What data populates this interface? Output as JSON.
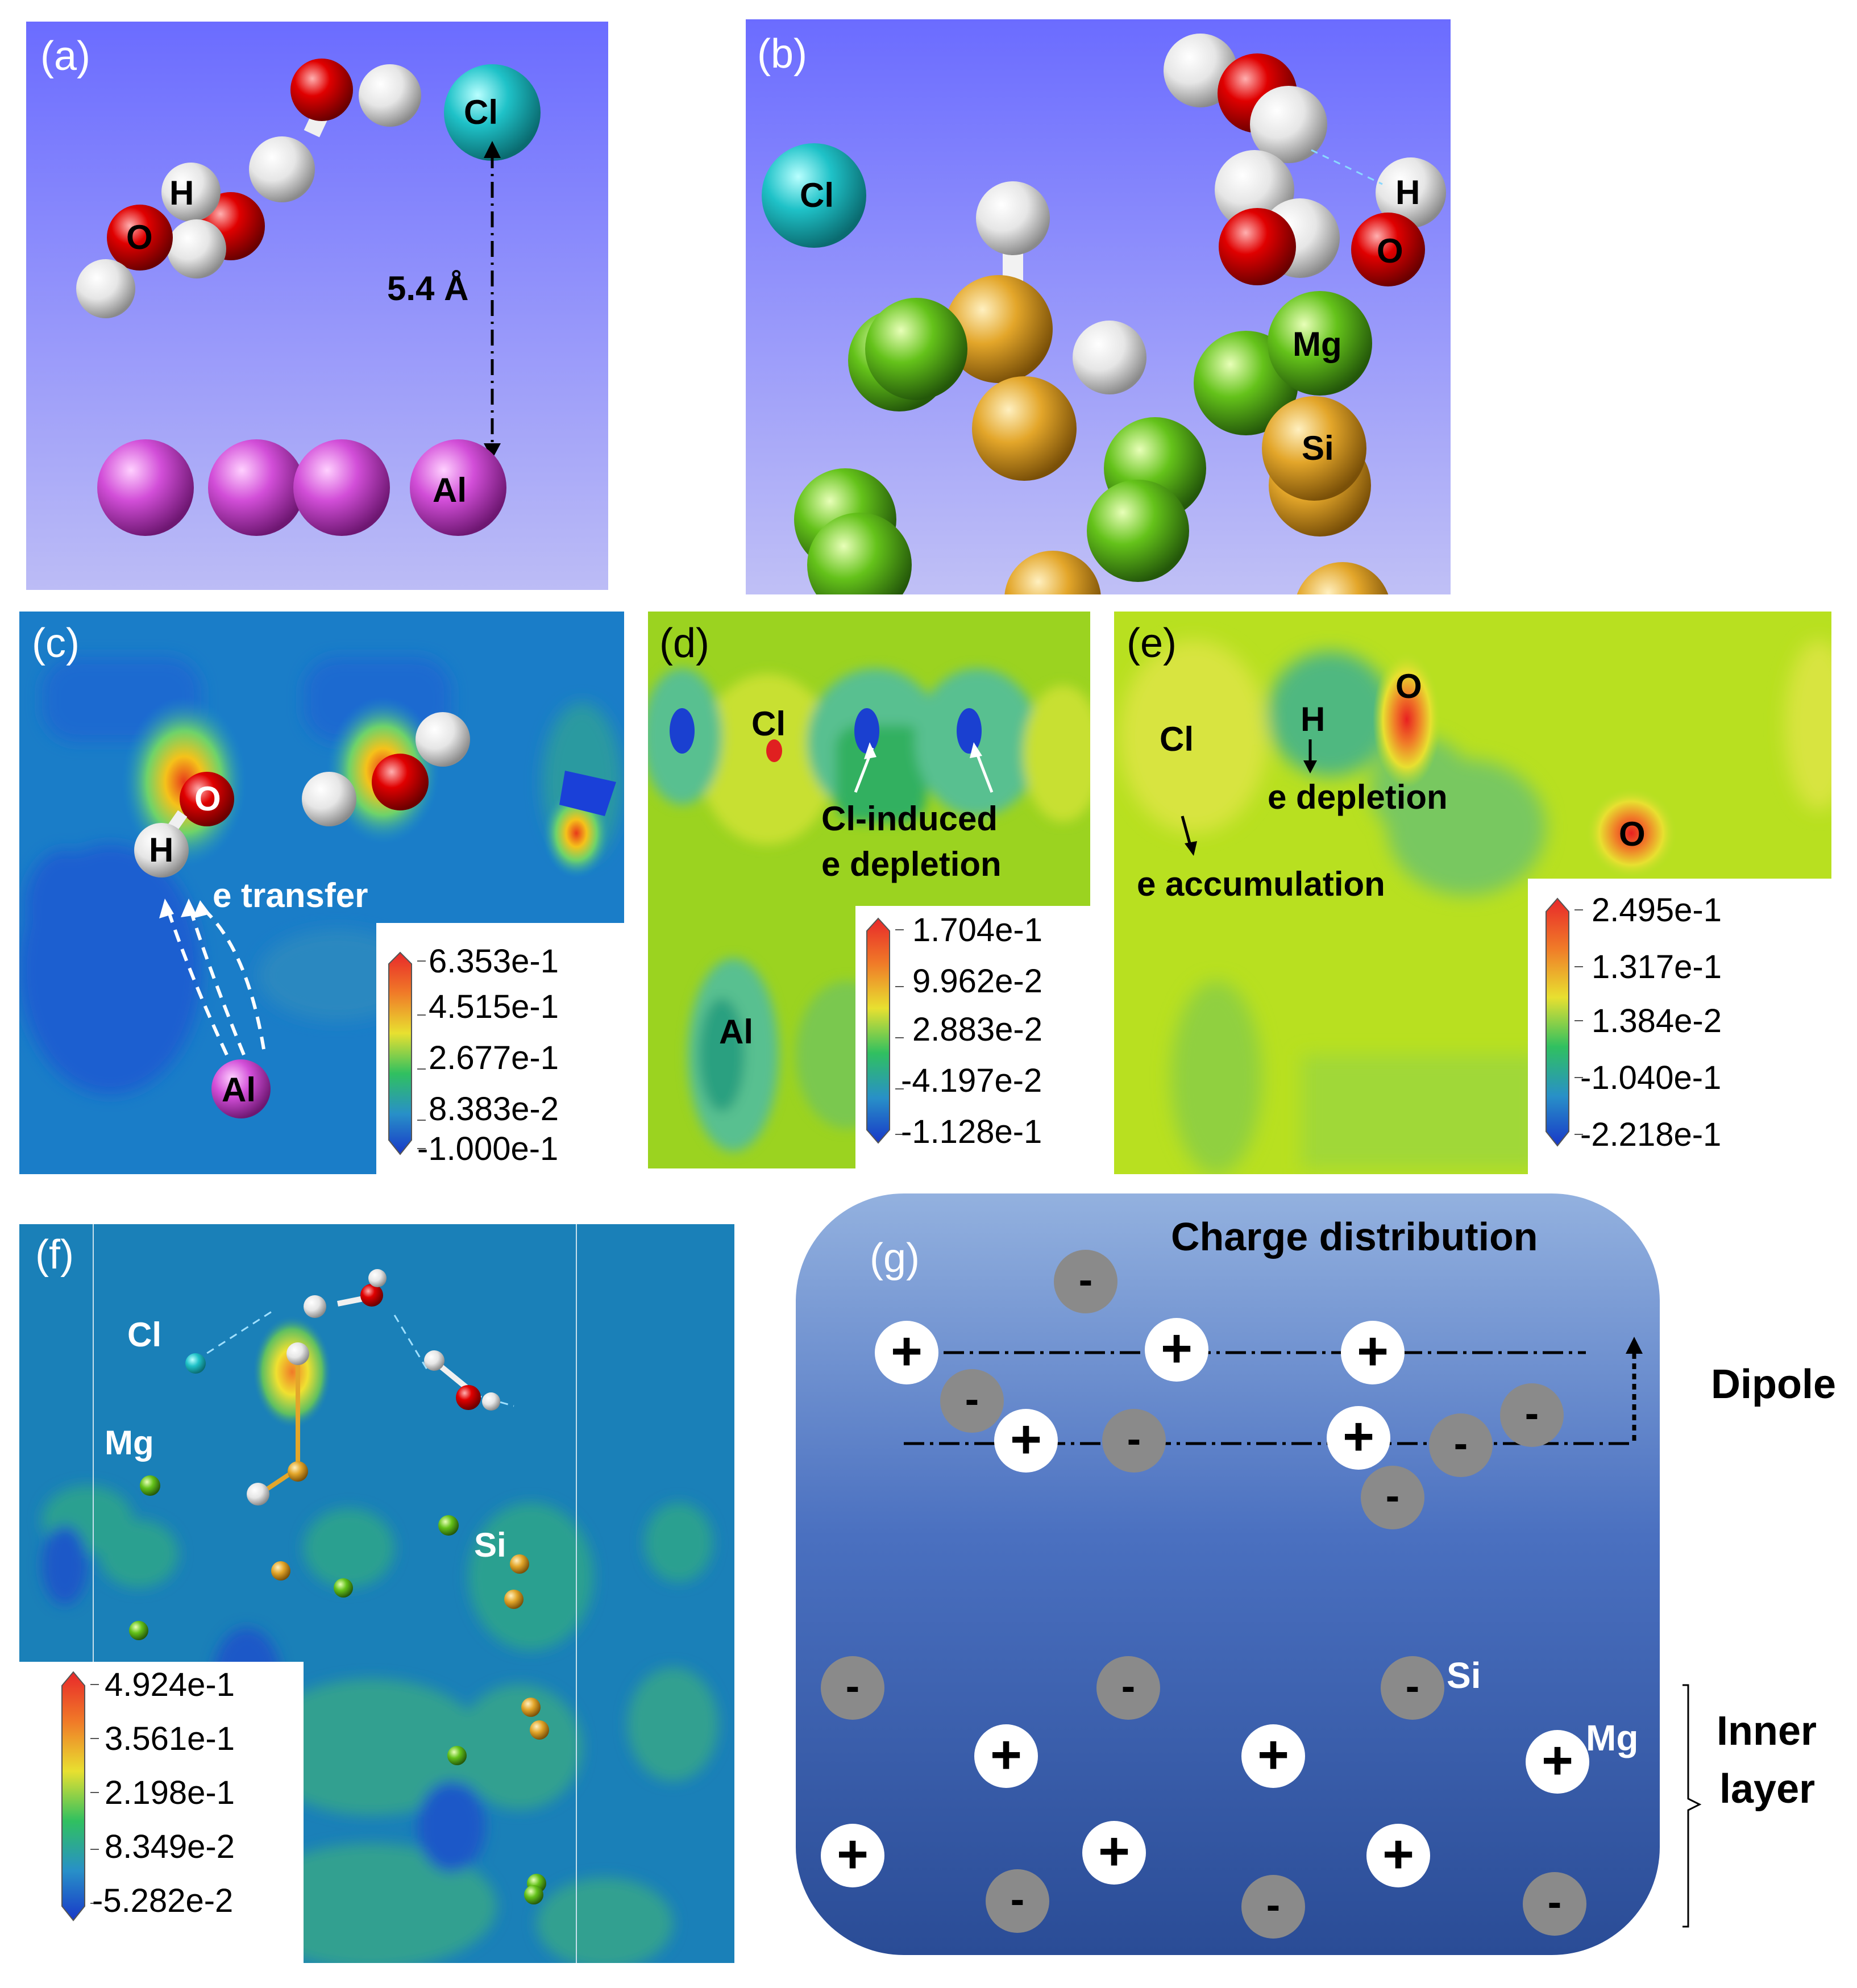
{
  "panels": {
    "a": {
      "label": "(a)",
      "atoms": {
        "cl": "Cl",
        "h": "H",
        "o": "O",
        "al": "Al"
      },
      "distance": "5.4 Å"
    },
    "b": {
      "label": "(b)",
      "atoms": {
        "cl": "Cl",
        "h": "H",
        "o": "O",
        "mg": "Mg",
        "si": "Si"
      }
    },
    "c": {
      "label": "(c)",
      "atoms": {
        "o": "O",
        "h": "H",
        "al": "Al"
      },
      "annotation": "e transfer",
      "colorbar": [
        "6.353e-1",
        "4.515e-1",
        "2.677e-1",
        "8.383e-2",
        "-1.000e-1"
      ]
    },
    "d": {
      "label": "(d)",
      "atoms": {
        "cl": "Cl",
        "al": "Al"
      },
      "annotation_line1": "Cl-induced",
      "annotation_line2": "e depletion",
      "colorbar": [
        "1.704e-1",
        "9.962e-2",
        "2.883e-2",
        "-4.197e-2",
        "-1.128e-1"
      ]
    },
    "e": {
      "label": "(e)",
      "atoms": {
        "cl": "Cl",
        "h": "H",
        "o1": "O",
        "o2": "O"
      },
      "annotation_depletion": "e depletion",
      "annotation_accumulation": "e accumulation",
      "colorbar": [
        "2.495e-1",
        "1.317e-1",
        "1.384e-2",
        "-1.040e-1",
        "-2.218e-1"
      ]
    },
    "f": {
      "label": "(f)",
      "atoms": {
        "cl": "Cl",
        "mg": "Mg",
        "si": "Si"
      },
      "colorbar": [
        "4.924e-1",
        "3.561e-1",
        "2.198e-1",
        "8.349e-2",
        "-5.282e-2"
      ]
    },
    "g": {
      "label": "(g)",
      "title": "Charge distribution",
      "plus": "+",
      "minus": "-",
      "si": "Si",
      "mg": "Mg",
      "dipole": "Dipole",
      "inner_line1": "Inner",
      "inner_line2": "layer"
    }
  },
  "colors": {
    "sky_top": "#6b6cff",
    "sky_bottom": "#b9b9f7",
    "cl": "#1fc2c8",
    "o": "#d40000",
    "h": "#e8e8e8",
    "al": "#d24ed8",
    "mg": "#64c21a",
    "si": "#e3a62a",
    "cdd_blue": "#1565c8",
    "cdd_green": "#9ad21e"
  }
}
